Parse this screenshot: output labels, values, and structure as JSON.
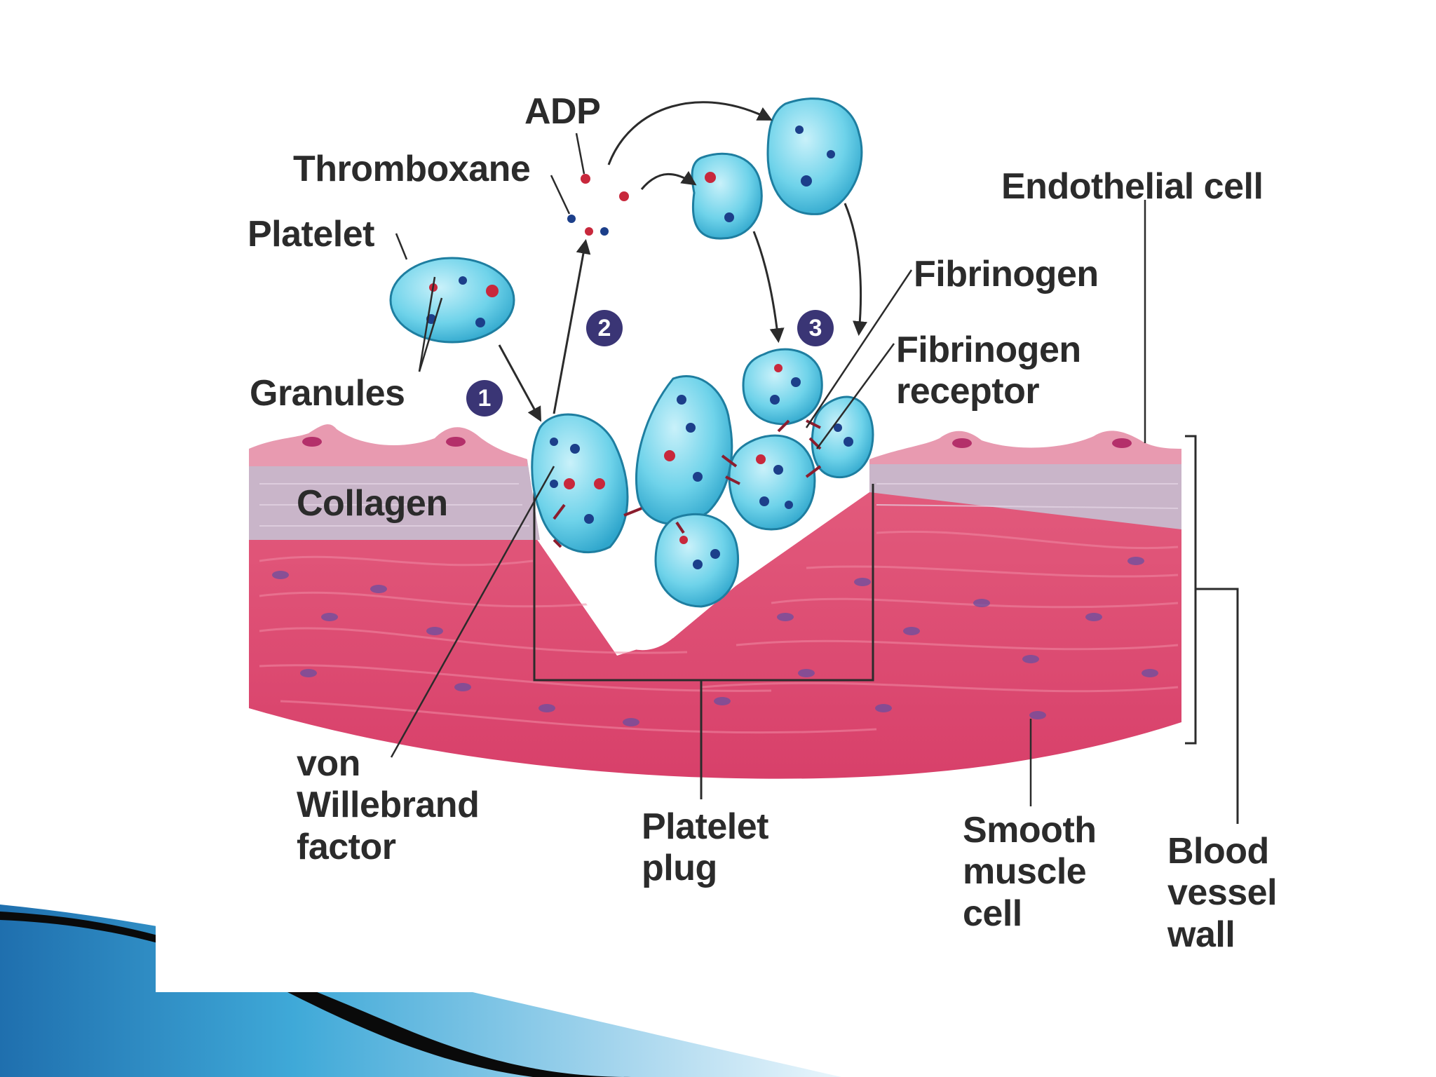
{
  "colors": {
    "platelet_fill": "#6fd3ea",
    "platelet_stroke": "#1e7ea0",
    "granule_red": "#c8283c",
    "granule_blue": "#1c3f8a",
    "endothelium": "#e89ab0",
    "collagen": "#c9b5c9",
    "smooth_muscle": "#d94a6e",
    "step_badge": "#3a3575",
    "swoosh_dark": "#0a0a0a",
    "swoosh_blue": "#2c8fc8"
  },
  "labels": {
    "adp": "ADP",
    "thromboxane": "Thromboxane",
    "platelet": "Platelet",
    "granules": "Granules",
    "collagen": "Collagen",
    "von_willebrand": "von\nWillebrand\nfactor",
    "platelet_plug": "Platelet\nplug",
    "smooth_muscle_cell": "Smooth\nmuscle\ncell",
    "blood_vessel_wall": "Blood\nvessel\nwall",
    "endothelial_cell": "Endothelial cell",
    "fibrinogen": "Fibrinogen",
    "fibrinogen_receptor": "Fibrinogen\nreceptor"
  },
  "steps": [
    "1",
    "2",
    "3"
  ]
}
